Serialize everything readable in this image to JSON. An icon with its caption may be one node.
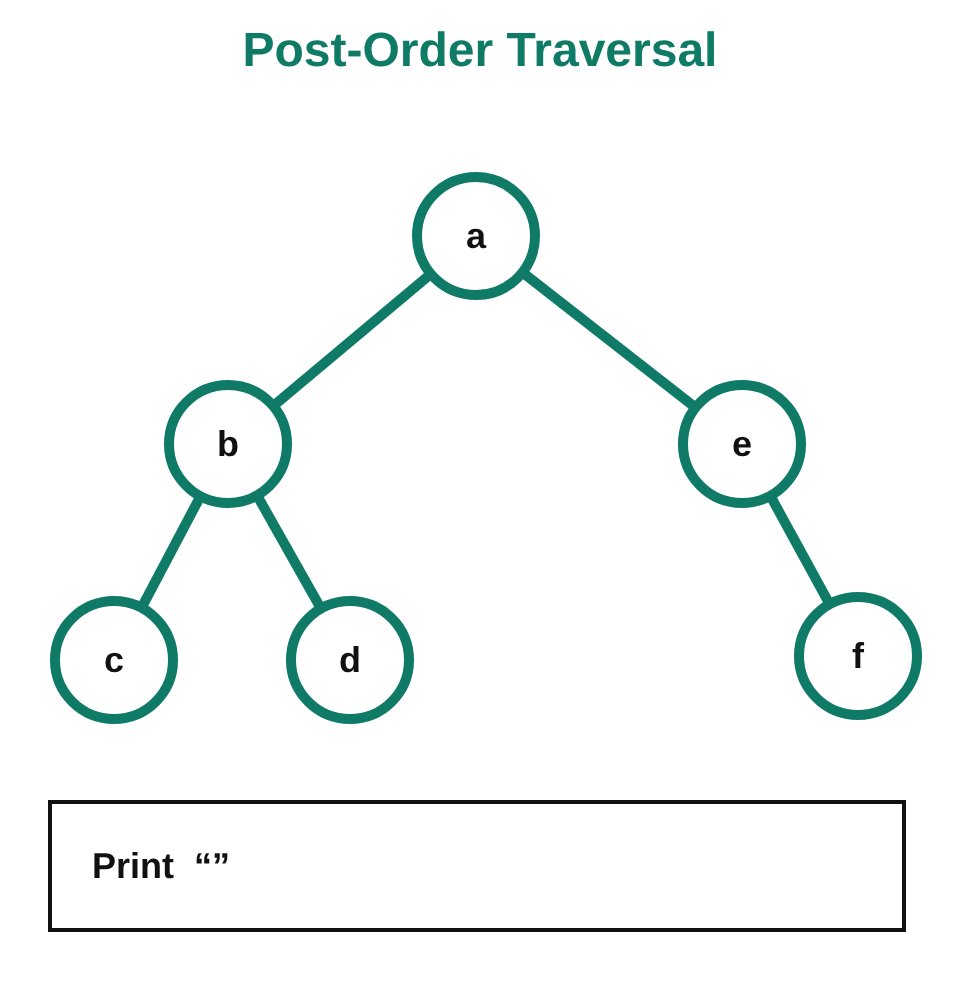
{
  "diagram": {
    "title": "Post-Order Traversal",
    "nodes": [
      {
        "text": [
          "a"
        ]
      },
      {
        "text": [
          "b"
        ]
      },
      {
        "text": [
          "e"
        ]
      },
      {
        "text": [
          "c"
        ]
      },
      {
        "text": [
          "d"
        ]
      },
      {
        "text": [
          "f"
        ]
      },
      {
        "text": [
          "Print  “”"
        ]
      }
    ],
    "edges": [
      {
        "from": 0,
        "to": 1,
        "arrow": "none"
      },
      {
        "from": 0,
        "to": 2,
        "arrow": "none"
      },
      {
        "from": 1,
        "to": 3,
        "arrow": "none"
      },
      {
        "from": 1,
        "to": 4,
        "arrow": "none"
      },
      {
        "from": 2,
        "to": 5,
        "arrow": "none"
      }
    ]
  }
}
